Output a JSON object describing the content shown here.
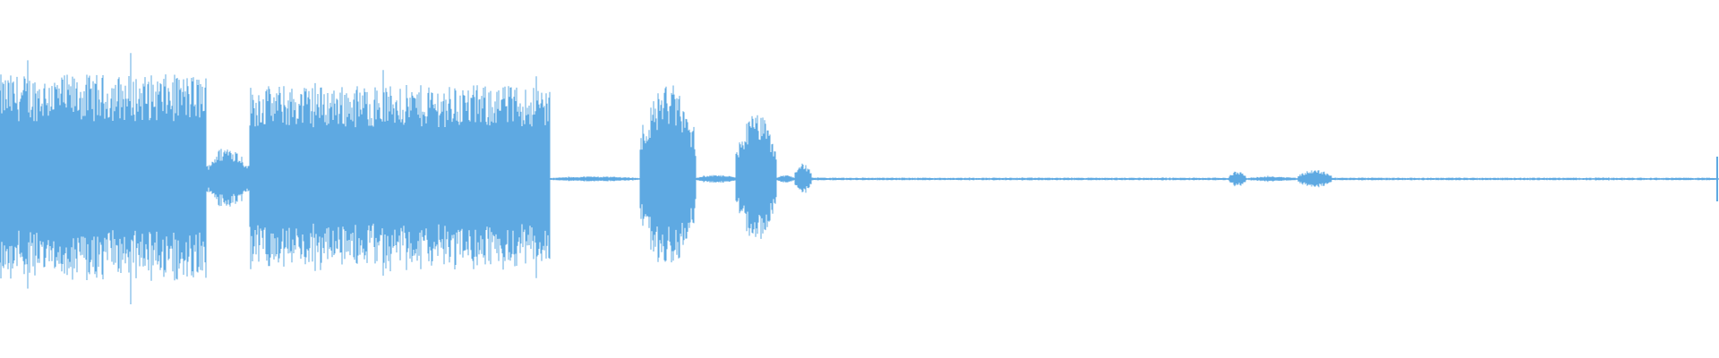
{
  "waveform": {
    "color": "#5ea9e2",
    "segments": [
      {
        "start": 0.0,
        "end": 0.12,
        "amp": 0.78
      },
      {
        "start": 0.12,
        "end": 0.145,
        "amp": 0.25
      },
      {
        "start": 0.145,
        "end": 0.32,
        "amp": 0.7
      },
      {
        "start": 0.32,
        "end": 0.372,
        "amp": 0.02
      },
      {
        "start": 0.372,
        "end": 0.405,
        "amp": 0.72
      },
      {
        "start": 0.405,
        "end": 0.428,
        "amp": 0.03
      },
      {
        "start": 0.428,
        "end": 0.452,
        "amp": 0.5
      },
      {
        "start": 0.452,
        "end": 0.462,
        "amp": 0.03
      },
      {
        "start": 0.462,
        "end": 0.472,
        "amp": 0.12
      },
      {
        "start": 0.472,
        "end": 0.715,
        "amp": 0.01
      },
      {
        "start": 0.715,
        "end": 0.725,
        "amp": 0.06
      },
      {
        "start": 0.725,
        "end": 0.755,
        "amp": 0.02
      },
      {
        "start": 0.755,
        "end": 0.775,
        "amp": 0.07
      },
      {
        "start": 0.775,
        "end": 1.0,
        "amp": 0.01
      }
    ]
  }
}
